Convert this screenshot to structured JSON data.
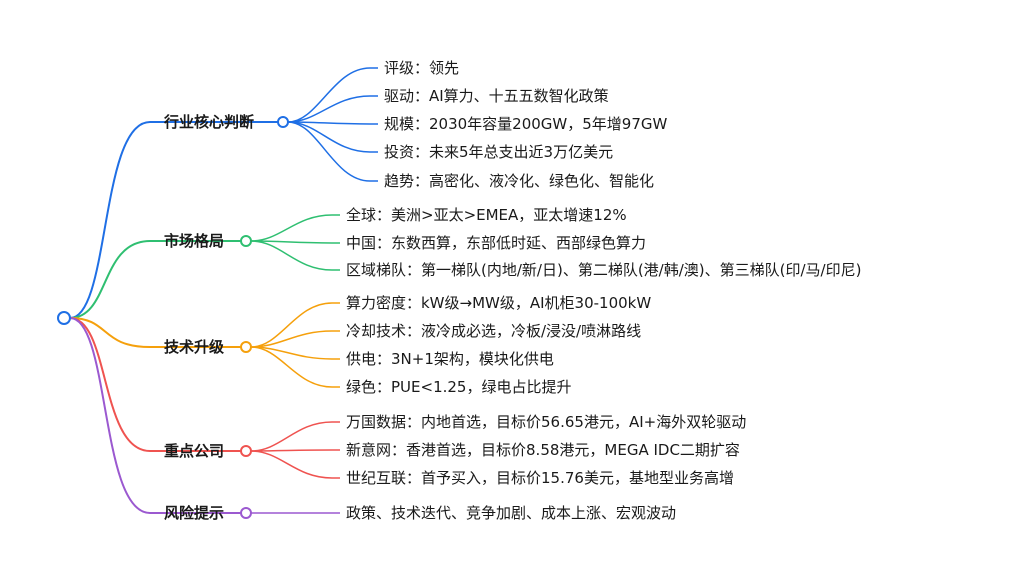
{
  "mindmap": {
    "branches": [
      {
        "label": "行业核心判断",
        "color": "#1f6fe5",
        "children": [
          "评级：领先",
          "驱动：AI算力、十五五数智化政策",
          "规模：2030年容量200GW，5年增97GW",
          "投资：未来5年总支出近3万亿美元",
          "趋势：高密化、液冷化、绿色化、智能化"
        ]
      },
      {
        "label": "市场格局",
        "color": "#2fbf71",
        "children": [
          "全球：美洲>亚太>EMEA，亚太增速12%",
          "中国：东数西算，东部低时延、西部绿色算力",
          "区域梯队：第一梯队(内地/新/日)、第二梯队(港/韩/澳)、第三梯队(印/马/印尼)"
        ]
      },
      {
        "label": "技术升级",
        "color": "#f5a00c",
        "children": [
          "算力密度：kW级→MW级，AI机柜30-100kW",
          "冷却技术：液冷成必选，冷板/浸没/喷淋路线",
          "供电：3N+1架构，模块化供电",
          "绿色：PUE<1.25，绿电占比提升"
        ]
      },
      {
        "label": "重点公司",
        "color": "#ef5350",
        "children": [
          "万国数据：内地首选，目标价56.65港元，AI+海外双轮驱动",
          "新意网：香港首选，目标价8.58港元，MEGA IDC二期扩容",
          "世纪互联：首予买入，目标价15.76美元，基地型业务高增"
        ]
      },
      {
        "label": "风险提示",
        "color": "#9b59d0",
        "children": [
          "政策、技术迭代、竞争加剧、成本上涨、宏观波动"
        ]
      }
    ]
  }
}
